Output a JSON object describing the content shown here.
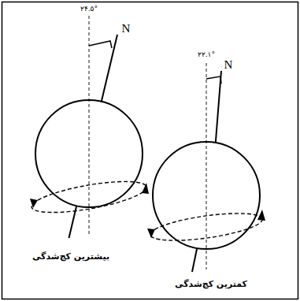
{
  "diagram": {
    "labels": [
      "۲۴.۵°",
      "N",
      "۲۲.۱°",
      "N",
      "بیشترین کج‌شدگی",
      "کمترین کج‌شدگی"
    ]
  }
}
